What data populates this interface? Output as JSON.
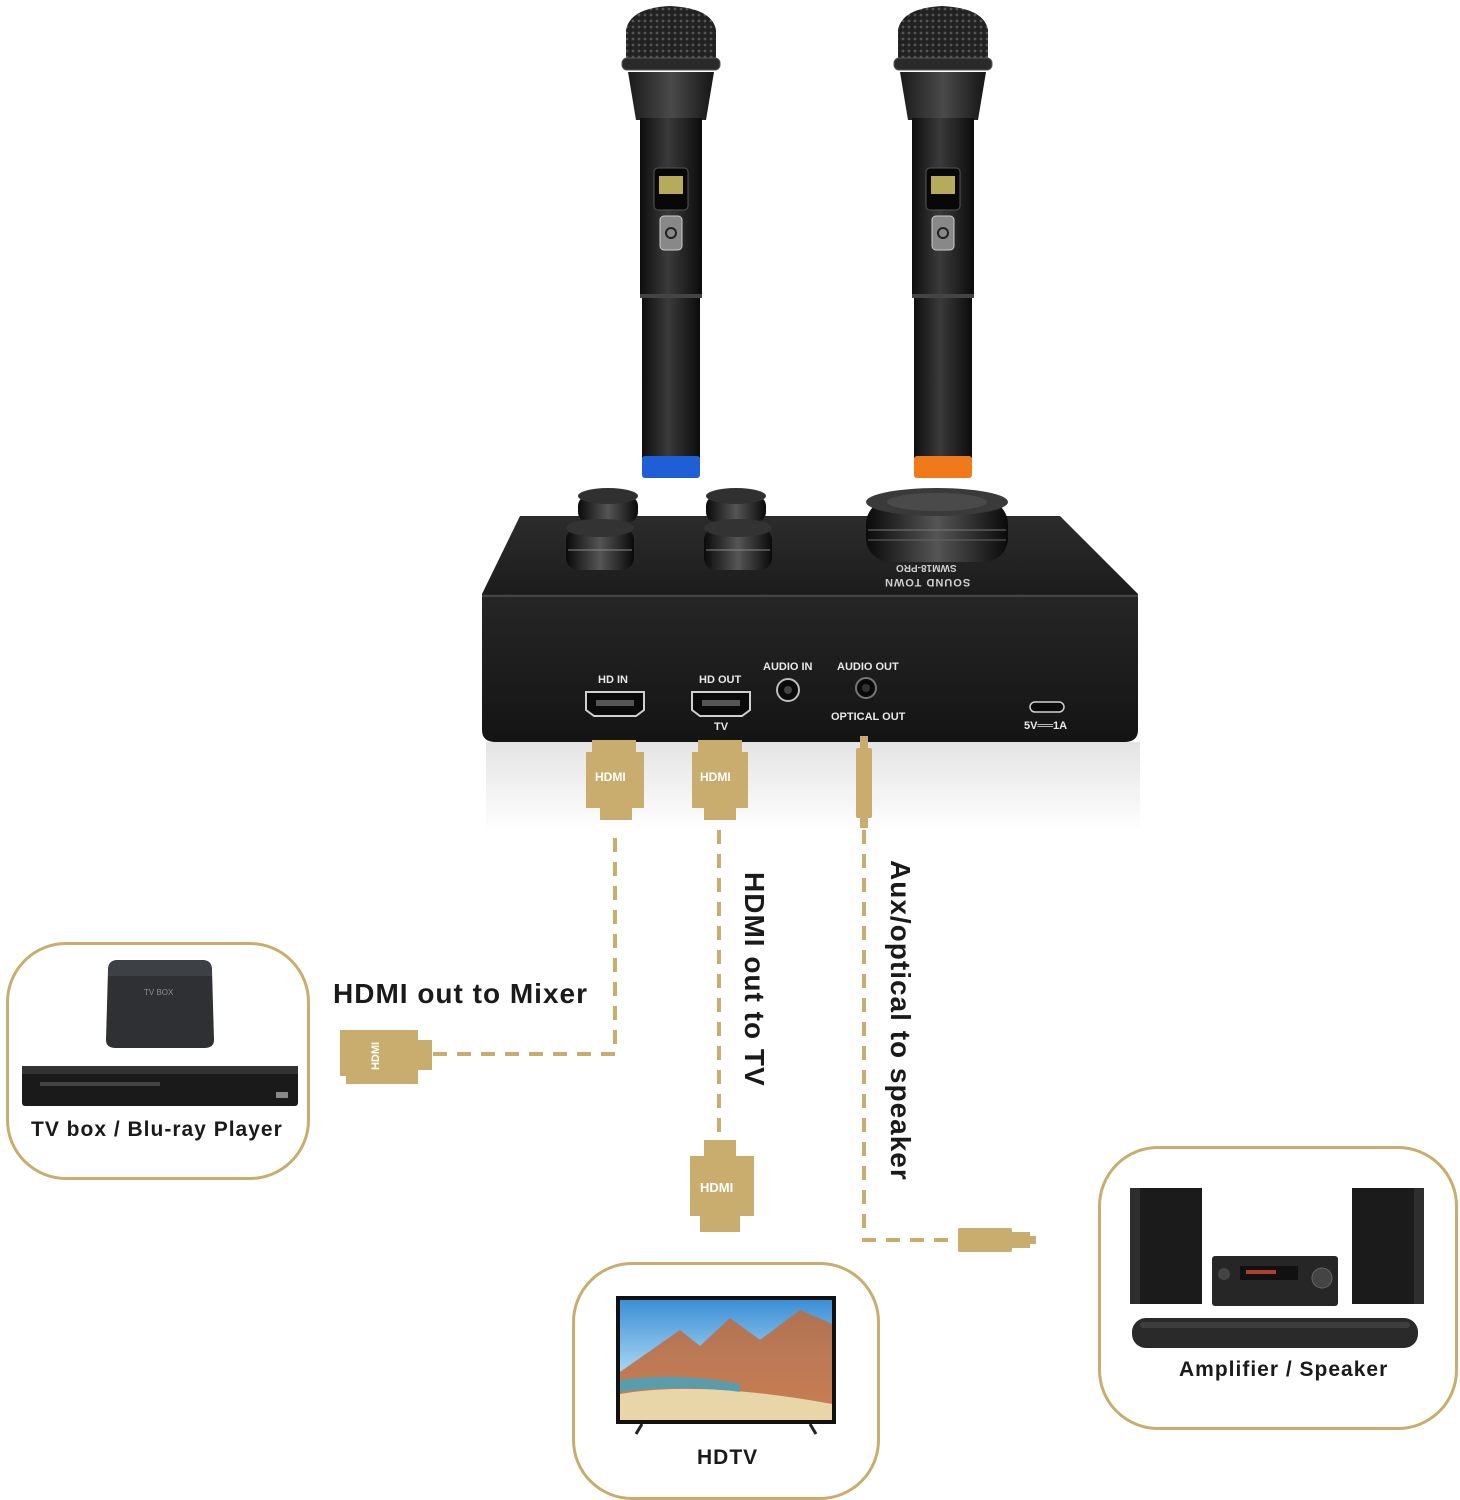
{
  "device": {
    "brand": "SOUND TOWN",
    "model": "SWM18-PRO",
    "ports": {
      "hd_in": "HD IN",
      "hd_out": "HD OUT",
      "tv": "TV",
      "audio_in": "AUDIO IN",
      "audio_out": "AUDIO OUT",
      "optical_out": "OPTICAL OUT",
      "power": "5V══1A"
    }
  },
  "plugs": {
    "hdmi": "HDMI"
  },
  "connections": {
    "to_mixer": "HDMI out to Mixer",
    "to_tv": "HDMI out to TV",
    "to_speaker": "Aux/optical to speaker"
  },
  "devices": {
    "source": "TV box / Blu-ray Player",
    "tv_box_logo": "TV BOX",
    "tv": "HDTV",
    "speaker": "Amplifier / Speaker"
  },
  "colors": {
    "gold": "#c9ad6e",
    "device_body": "#1e1e1e",
    "mic_left_ring": "#1f5fd6",
    "mic_right_ring": "#f07a1a"
  }
}
